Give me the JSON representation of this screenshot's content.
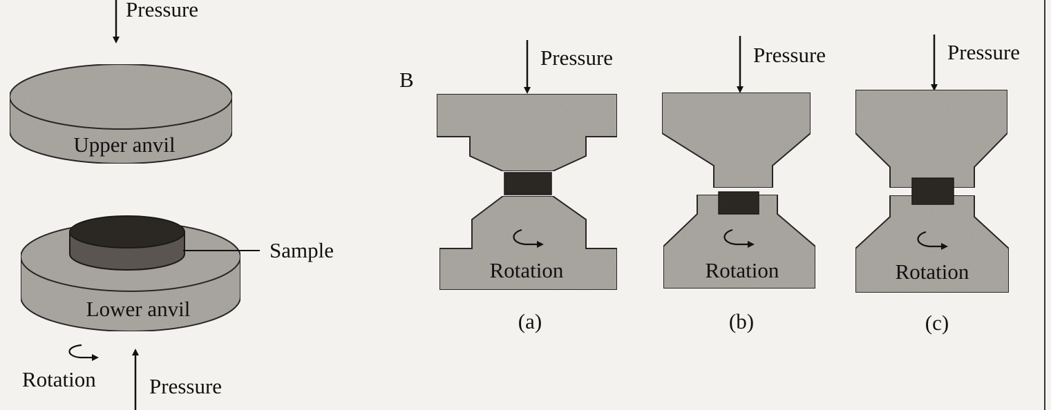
{
  "colors": {
    "background": "#f4f2ee",
    "anvil": "#aeaaa4",
    "anvil_edge": "#2a2a2a",
    "sample": "#2b2824",
    "sample_side": "#5a5550",
    "ink": "#111111"
  },
  "panel_a": {
    "top_pressure_label": "Pressure",
    "upper_anvil_label": "Upper anvil",
    "sample_label": "Sample",
    "lower_anvil_label": "Lower anvil",
    "rotation_label": "Rotation",
    "bottom_pressure_label": "Pressure"
  },
  "panel_b": {
    "panel_letter": "B",
    "configs": [
      {
        "pressure_label": "Pressure",
        "rotation_label": "Rotation",
        "caption": "(a)"
      },
      {
        "pressure_label": "Pressure",
        "rotation_label": "Rotation",
        "caption": "(b)"
      },
      {
        "pressure_label": "Pressure",
        "rotation_label": "Rotation",
        "caption": "(c)"
      }
    ]
  },
  "icons": [
    "down-arrow-icon",
    "up-arrow-icon",
    "rotation-arrow-icon"
  ]
}
